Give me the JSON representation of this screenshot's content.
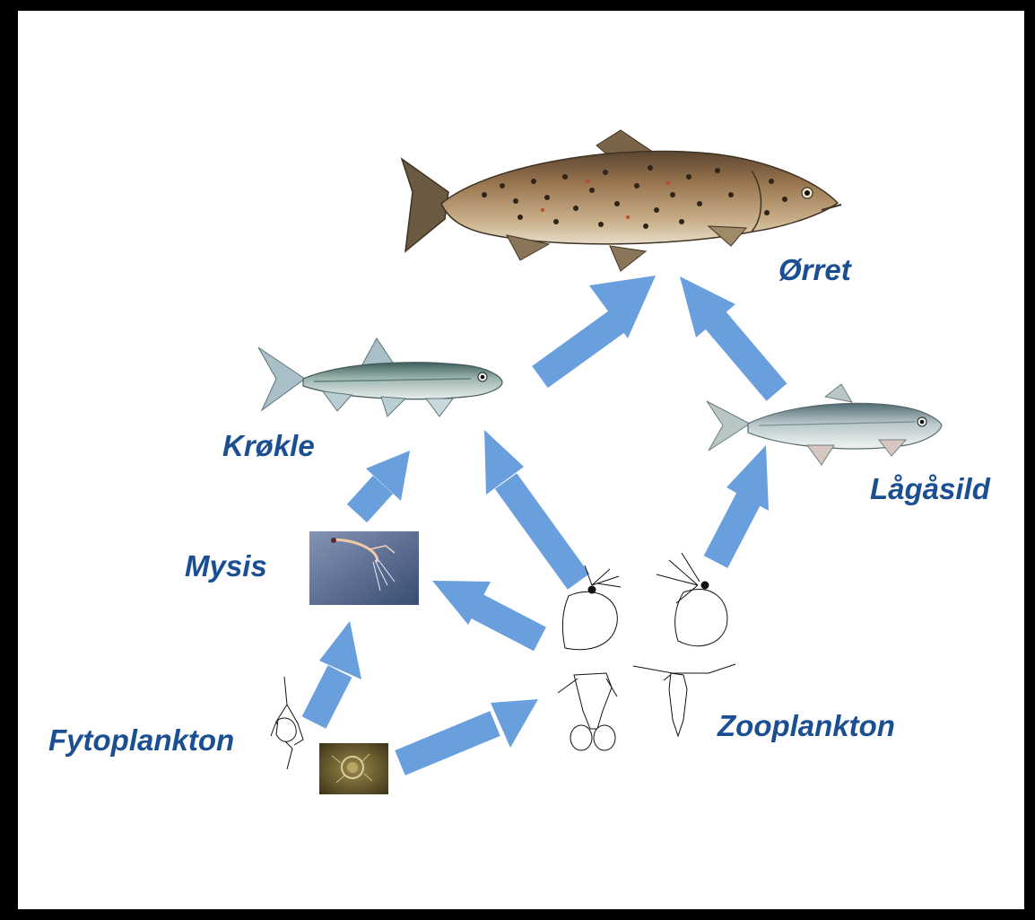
{
  "colors": {
    "arrow": "#6a9fdd",
    "label": "#1a4f94",
    "frame": "#000000",
    "background": "#ffffff"
  },
  "labels": {
    "trout": "Ørret",
    "smelt": "Krøkle",
    "vendace": "Lågåsild",
    "mysis": "Mysis",
    "phytoplankton": "Fytoplankton",
    "zooplankton": "Zooplankton"
  },
  "links": [
    {
      "from": "Krøkle",
      "to": "Ørret"
    },
    {
      "from": "Lågåsild",
      "to": "Ørret"
    },
    {
      "from": "Mysis",
      "to": "Krøkle"
    },
    {
      "from": "Zooplankton",
      "to": "Krøkle"
    },
    {
      "from": "Zooplankton",
      "to": "Lågåsild"
    },
    {
      "from": "Zooplankton",
      "to": "Mysis"
    },
    {
      "from": "Fytoplankton",
      "to": "Mysis"
    },
    {
      "from": "Fytoplankton",
      "to": "Zooplankton"
    }
  ]
}
